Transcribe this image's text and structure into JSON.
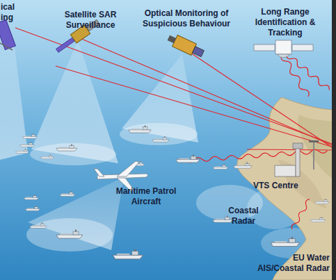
{
  "diagram": {
    "labels": [
      "ical",
      "ing",
      "Satellite SAR Surveillance",
      "Optical Monitoring of Suspicious Behaviour",
      "Long Range Identification & Tracking",
      "Maritime Patrol Aircraft",
      "VTS Centre",
      "Coastal Radar",
      "EU Water AIS/Coastal Radar"
    ]
  }
}
